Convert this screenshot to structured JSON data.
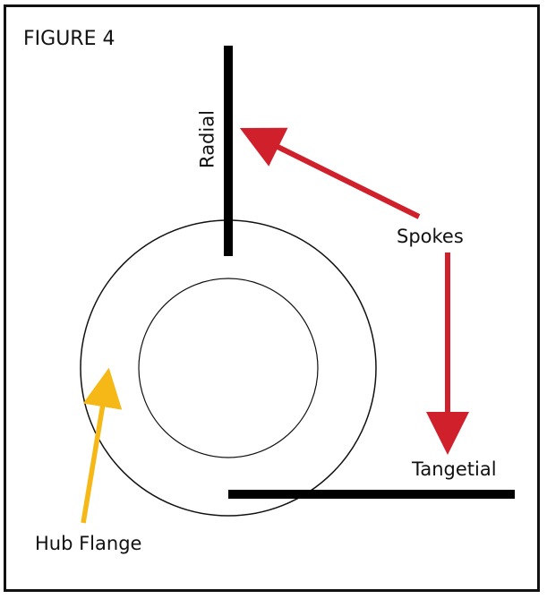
{
  "figure": {
    "title": "FIGURE 4"
  },
  "labels": {
    "radial": "Radial",
    "spokes": "Spokes",
    "tangential": "Tangetial",
    "hub_flange": "Hub Flange"
  },
  "colors": {
    "spoke_lines": "#000000",
    "spokes_arrows": "#d0202b",
    "hub_flange_arrow": "#f6b817",
    "outline": "#111111"
  }
}
